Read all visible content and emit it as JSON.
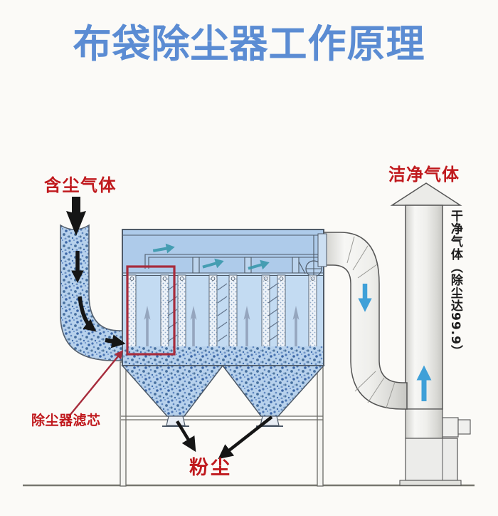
{
  "title": "布袋除尘器工作原理",
  "labels": {
    "dusty_gas": "含尘气体",
    "clean_gas": "洁净气体",
    "clean_gas_note": "干净气体（除尘达99.9）",
    "filter_element": "除尘器滤芯",
    "dust": "粉尘"
  },
  "colors": {
    "title-blue": "#5b8cd3",
    "label-red": "#c0191d",
    "highlight-red": "#a72c3c",
    "flow-blue": "#3fa0d8",
    "teal": "#3a99ac"
  },
  "diagram": {
    "type": "schematic",
    "subject": "bag-filter-dust-collector-working-principle",
    "flow": [
      "含尘气体 enters left duct",
      "filtered through bag filter chambers",
      "粉尘 drops from hoppers",
      "洁净气体 exits through stack, 除尘达99.9"
    ]
  }
}
